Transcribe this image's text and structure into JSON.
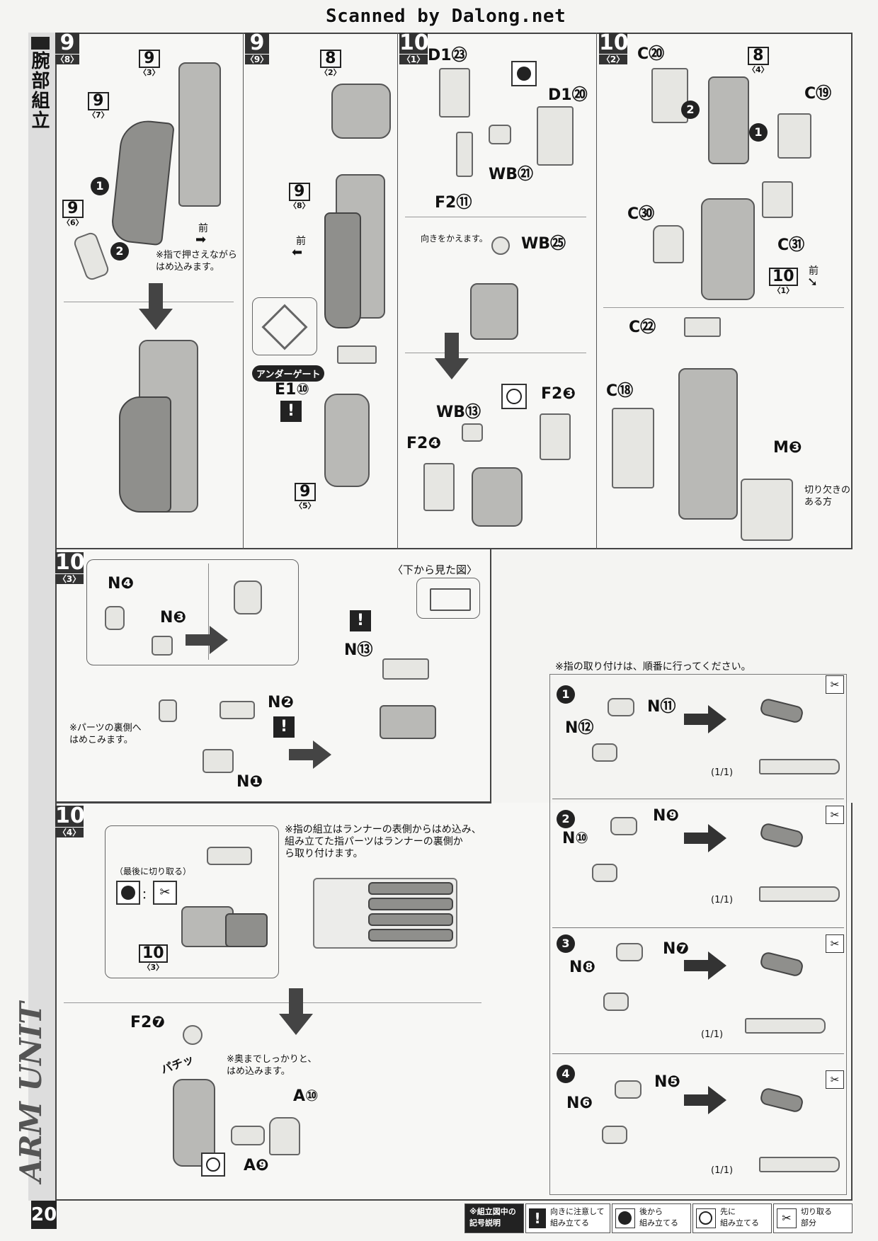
{
  "header": {
    "scan_credit": "Scanned by Dalong.net"
  },
  "side": {
    "section_title": "腕部組立",
    "english_title": "ARM UNIT ASSEMBLE",
    "page_number": "20"
  },
  "step9_8": {
    "num": "9",
    "sub": "〈8〉",
    "ref9_3": "9",
    "ref9_3s": "〈3〉",
    "ref9_7": "9",
    "ref9_7s": "〈7〉",
    "ref9_6": "9",
    "ref9_6s": "〈6〉",
    "front": "前",
    "note": "※指で押さえながら\nはめ込みます。"
  },
  "step9_9": {
    "num": "9",
    "sub": "〈9〉",
    "ref8_2": "8",
    "ref8_2s": "〈2〉",
    "ref9_8": "9",
    "ref9_8s": "〈8〉",
    "front": "前",
    "undergate": "アンダーゲート",
    "e1": "E1⑩",
    "ref9_5": "9",
    "ref9_5s": "〈5〉"
  },
  "step10_1": {
    "num": "10",
    "sub": "〈1〉",
    "d1_23": "D1㉓",
    "d1_20": "D1⑳",
    "wb21": "WB㉑",
    "f2_11": "F2⑪",
    "turn": "向きをかえます。",
    "wb25": "WB㉕",
    "wb13": "WB⑬",
    "f2_3": "F2❸",
    "f2_4": "F2❹"
  },
  "step10_2": {
    "num": "10",
    "sub": "〈2〉",
    "c20": "C⑳",
    "ref8_4": "8",
    "ref8_4s": "〈4〉",
    "c19": "C⑲",
    "c30": "C㉚",
    "c31": "C㉛",
    "ref10_1": "10",
    "ref10_1s": "〈1〉",
    "front": "前",
    "c22": "C㉒",
    "c18": "C⑱",
    "m3": "M❸",
    "cut_note": "切り欠きの\nある方"
  },
  "step10_3": {
    "num": "10",
    "sub": "〈3〉",
    "n4": "N❹",
    "n3": "N❸",
    "n2": "N❷",
    "n1": "N❶",
    "note": "※パーツの裏側へ\nはめこみます。",
    "bottom_view": "〈下から見た図〉",
    "n13": "N⑬"
  },
  "step10_4": {
    "num": "10",
    "sub": "〈4〉",
    "cut_last": "（最後に切り取る）",
    "ref10_3": "10",
    "ref10_3s": "〈3〉",
    "runner_note": "※指の組立はランナーの表側からはめ込み、\n組み立てた指パーツはランナーの裏側か\nら取り付けます。",
    "f2_7": "F2❼",
    "pachin": "パチッ",
    "push_note": "※奥までしっかりと、\nはめ込みます。",
    "a10": "A⑩",
    "a9": "A❾"
  },
  "fingers": {
    "order_note": "※指の取り付けは、順番に行ってください。",
    "items": [
      {
        "step": "1",
        "top": "N⑪",
        "bottom": "N⑫",
        "scale": "(1/1)"
      },
      {
        "step": "2",
        "top": "N❾",
        "bottom": "N⑩",
        "scale": "(1/1)"
      },
      {
        "step": "3",
        "top": "N❼",
        "bottom": "N❽",
        "scale": "(1/1)"
      },
      {
        "step": "4",
        "top": "N❺",
        "bottom": "N❻",
        "scale": "(1/1)"
      }
    ]
  },
  "legend": {
    "title": "※組立図中の\n記号説明",
    "items": [
      {
        "label": "向きに注意して\n組み立てる",
        "icon": "exclamation-icon"
      },
      {
        "label": "後から\n組み立てる",
        "icon": "filled-circle-icon"
      },
      {
        "label": "先に\n組み立てる",
        "icon": "open-circle-icon"
      },
      {
        "label": "切り取る\n部分",
        "icon": "cut-icon"
      }
    ]
  }
}
